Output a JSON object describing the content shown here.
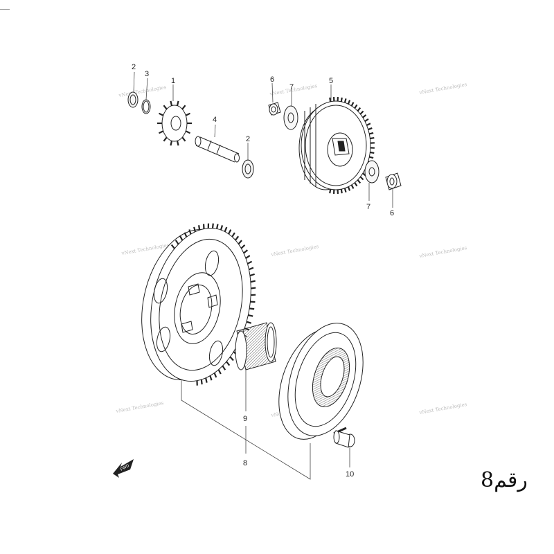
{
  "diagram": {
    "callouts": [
      {
        "id": "c2a",
        "text": "2"
      },
      {
        "id": "c3",
        "text": "3"
      },
      {
        "id": "c1",
        "text": "1"
      },
      {
        "id": "c4",
        "text": "4"
      },
      {
        "id": "c2b",
        "text": "2"
      },
      {
        "id": "c6a",
        "text": "6"
      },
      {
        "id": "c7a",
        "text": "7"
      },
      {
        "id": "c5",
        "text": "5"
      },
      {
        "id": "c7b",
        "text": "7"
      },
      {
        "id": "c6b",
        "text": "6"
      },
      {
        "id": "c9",
        "text": "9"
      },
      {
        "id": "c8",
        "text": "8"
      },
      {
        "id": "c10",
        "text": "10"
      }
    ],
    "watermark": "vNext Technologies",
    "fwd_label": "FWD",
    "corner_label": "رقم8"
  }
}
